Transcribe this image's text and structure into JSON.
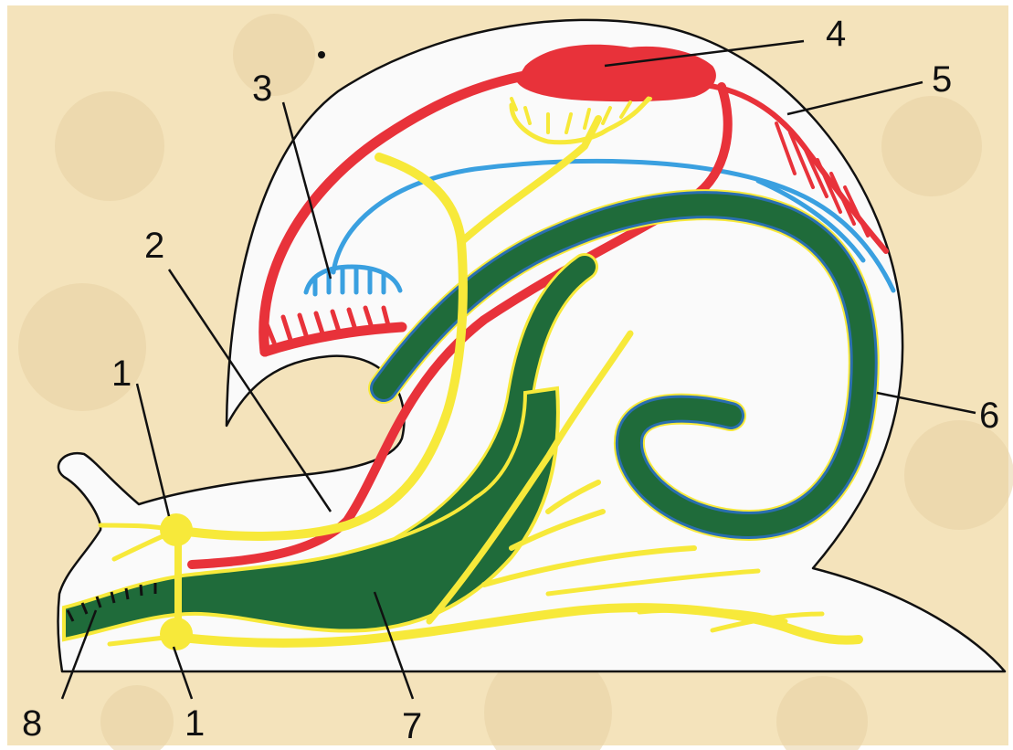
{
  "labels": {
    "l1_top": "1",
    "l1_bottom": "1",
    "l2": "2",
    "l3": "3",
    "l4": "4",
    "l5": "5",
    "l6": "6",
    "l7": "7",
    "l8": "8"
  },
  "colors": {
    "paper": "#f4e3bb",
    "body": "#fafafa",
    "nerve": "#f7e93a",
    "gut": "#1f6b3a",
    "artery": "#e8323a",
    "vein": "#3aa0e0",
    "outline": "#111111"
  }
}
